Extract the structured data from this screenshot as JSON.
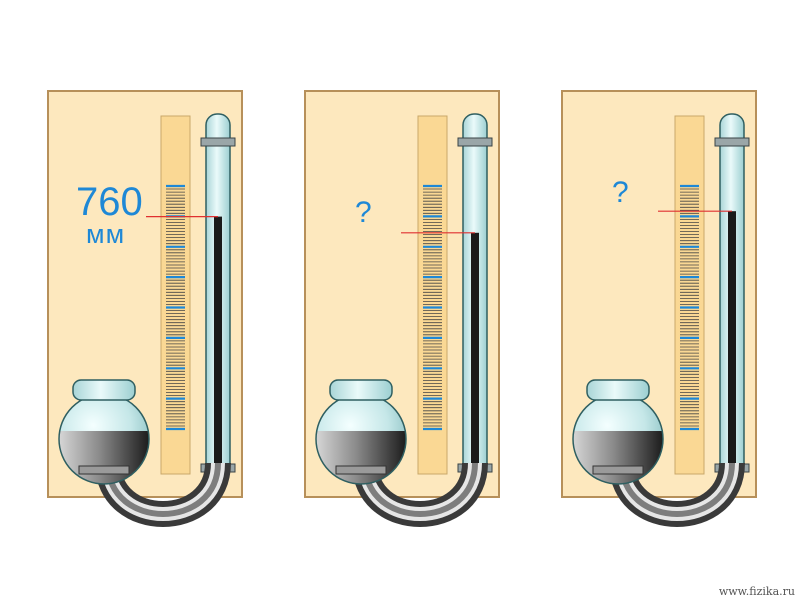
{
  "colors": {
    "board": "#fde8be",
    "board_border": "#b7905a",
    "scale_strip": "#fad894",
    "tick_minor": "#444444",
    "tick_major": "#1e88d6",
    "glass": "#cdeced",
    "mercury": "#1a1a1a",
    "label_text": "#1e88d6",
    "pointer_line": "#e03030"
  },
  "icons": [
    "cup-barometer-icon",
    "u-tube-icon",
    "mercury-column-icon"
  ],
  "barometers": [
    {
      "label_main": "760",
      "label_unit": "мм",
      "mercury_level": 0.715
    },
    {
      "label_main": "?",
      "label_unit": "",
      "mercury_level": 0.67
    },
    {
      "label_main": "?",
      "label_unit": "",
      "mercury_level": 0.73
    }
  ],
  "footer": {
    "credit": "www.fizika.ru"
  }
}
